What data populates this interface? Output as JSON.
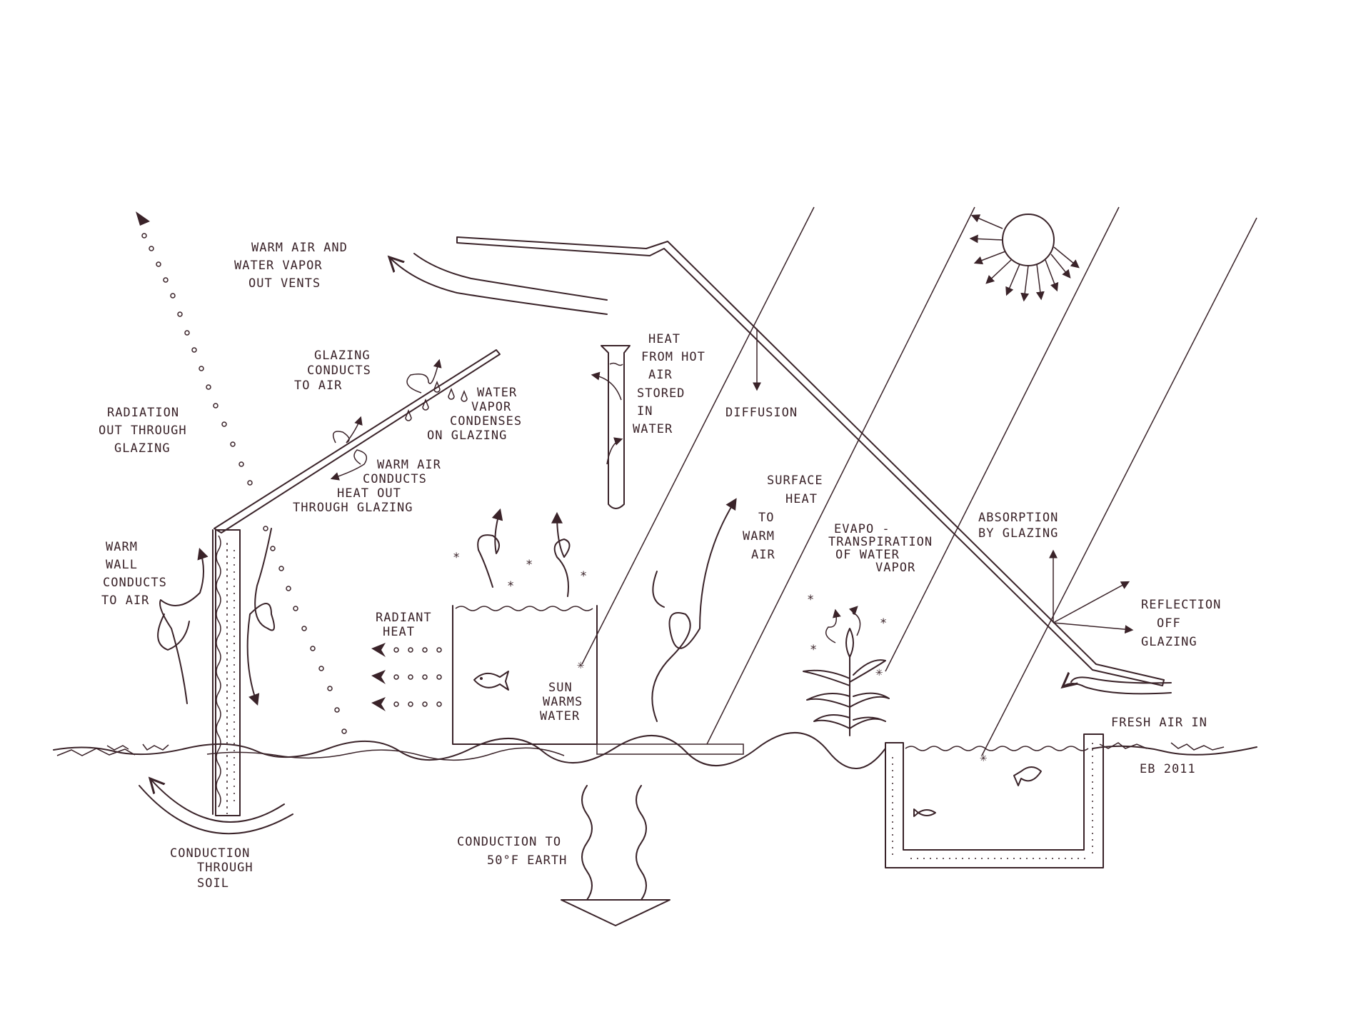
{
  "labels": {
    "warm_air_vents": [
      "WARM AIR AND",
      "WATER VAPOR",
      "OUT VENTS"
    ],
    "radiation": [
      "RADIATION",
      "OUT THROUGH",
      "GLAZING"
    ],
    "glazing_conducts": [
      "GLAZING",
      "CONDUCTS",
      "TO AIR"
    ],
    "water_vapor_condenses": [
      "WATER",
      "VAPOR",
      "CONDENSES",
      "ON GLAZING"
    ],
    "warm_air_conducts": [
      "WARM AIR",
      "CONDUCTS",
      "HEAT OUT",
      "THROUGH GLAZING"
    ],
    "heat_stored": [
      "HEAT",
      "FROM HOT",
      "AIR",
      "STORED",
      "IN",
      "WATER"
    ],
    "diffusion": "DIFFUSION",
    "surface_heat": [
      "SURFACE",
      "HEAT",
      "TO",
      "WARM",
      "AIR"
    ],
    "evapotranspiration": [
      "EVAPO -",
      "TRANSPIRATION",
      "OF WATER",
      "VAPOR"
    ],
    "absorption": [
      "ABSORPTION",
      "BY GLAZING"
    ],
    "reflection": [
      "REFLECTION",
      "OFF",
      "GLAZING"
    ],
    "warm_wall": [
      "WARM",
      "WALL",
      "CONDUCTS",
      "TO AIR"
    ],
    "radiant_heat": [
      "RADIANT",
      "HEAT"
    ],
    "sun_warms_water": [
      "SUN",
      "WARMS",
      "WATER"
    ],
    "fresh_air_in": "FRESH AIR IN",
    "signature": "EB  2011",
    "conduction_soil": [
      "CONDUCTION",
      "THROUGH",
      "SOIL"
    ],
    "conduction_earth": [
      "CONDUCTION TO",
      "50°F EARTH"
    ]
  },
  "icons": [
    "sun-icon",
    "fish-icon",
    "plant-icon",
    "thermometer-tube-icon",
    "arrow-icon"
  ]
}
